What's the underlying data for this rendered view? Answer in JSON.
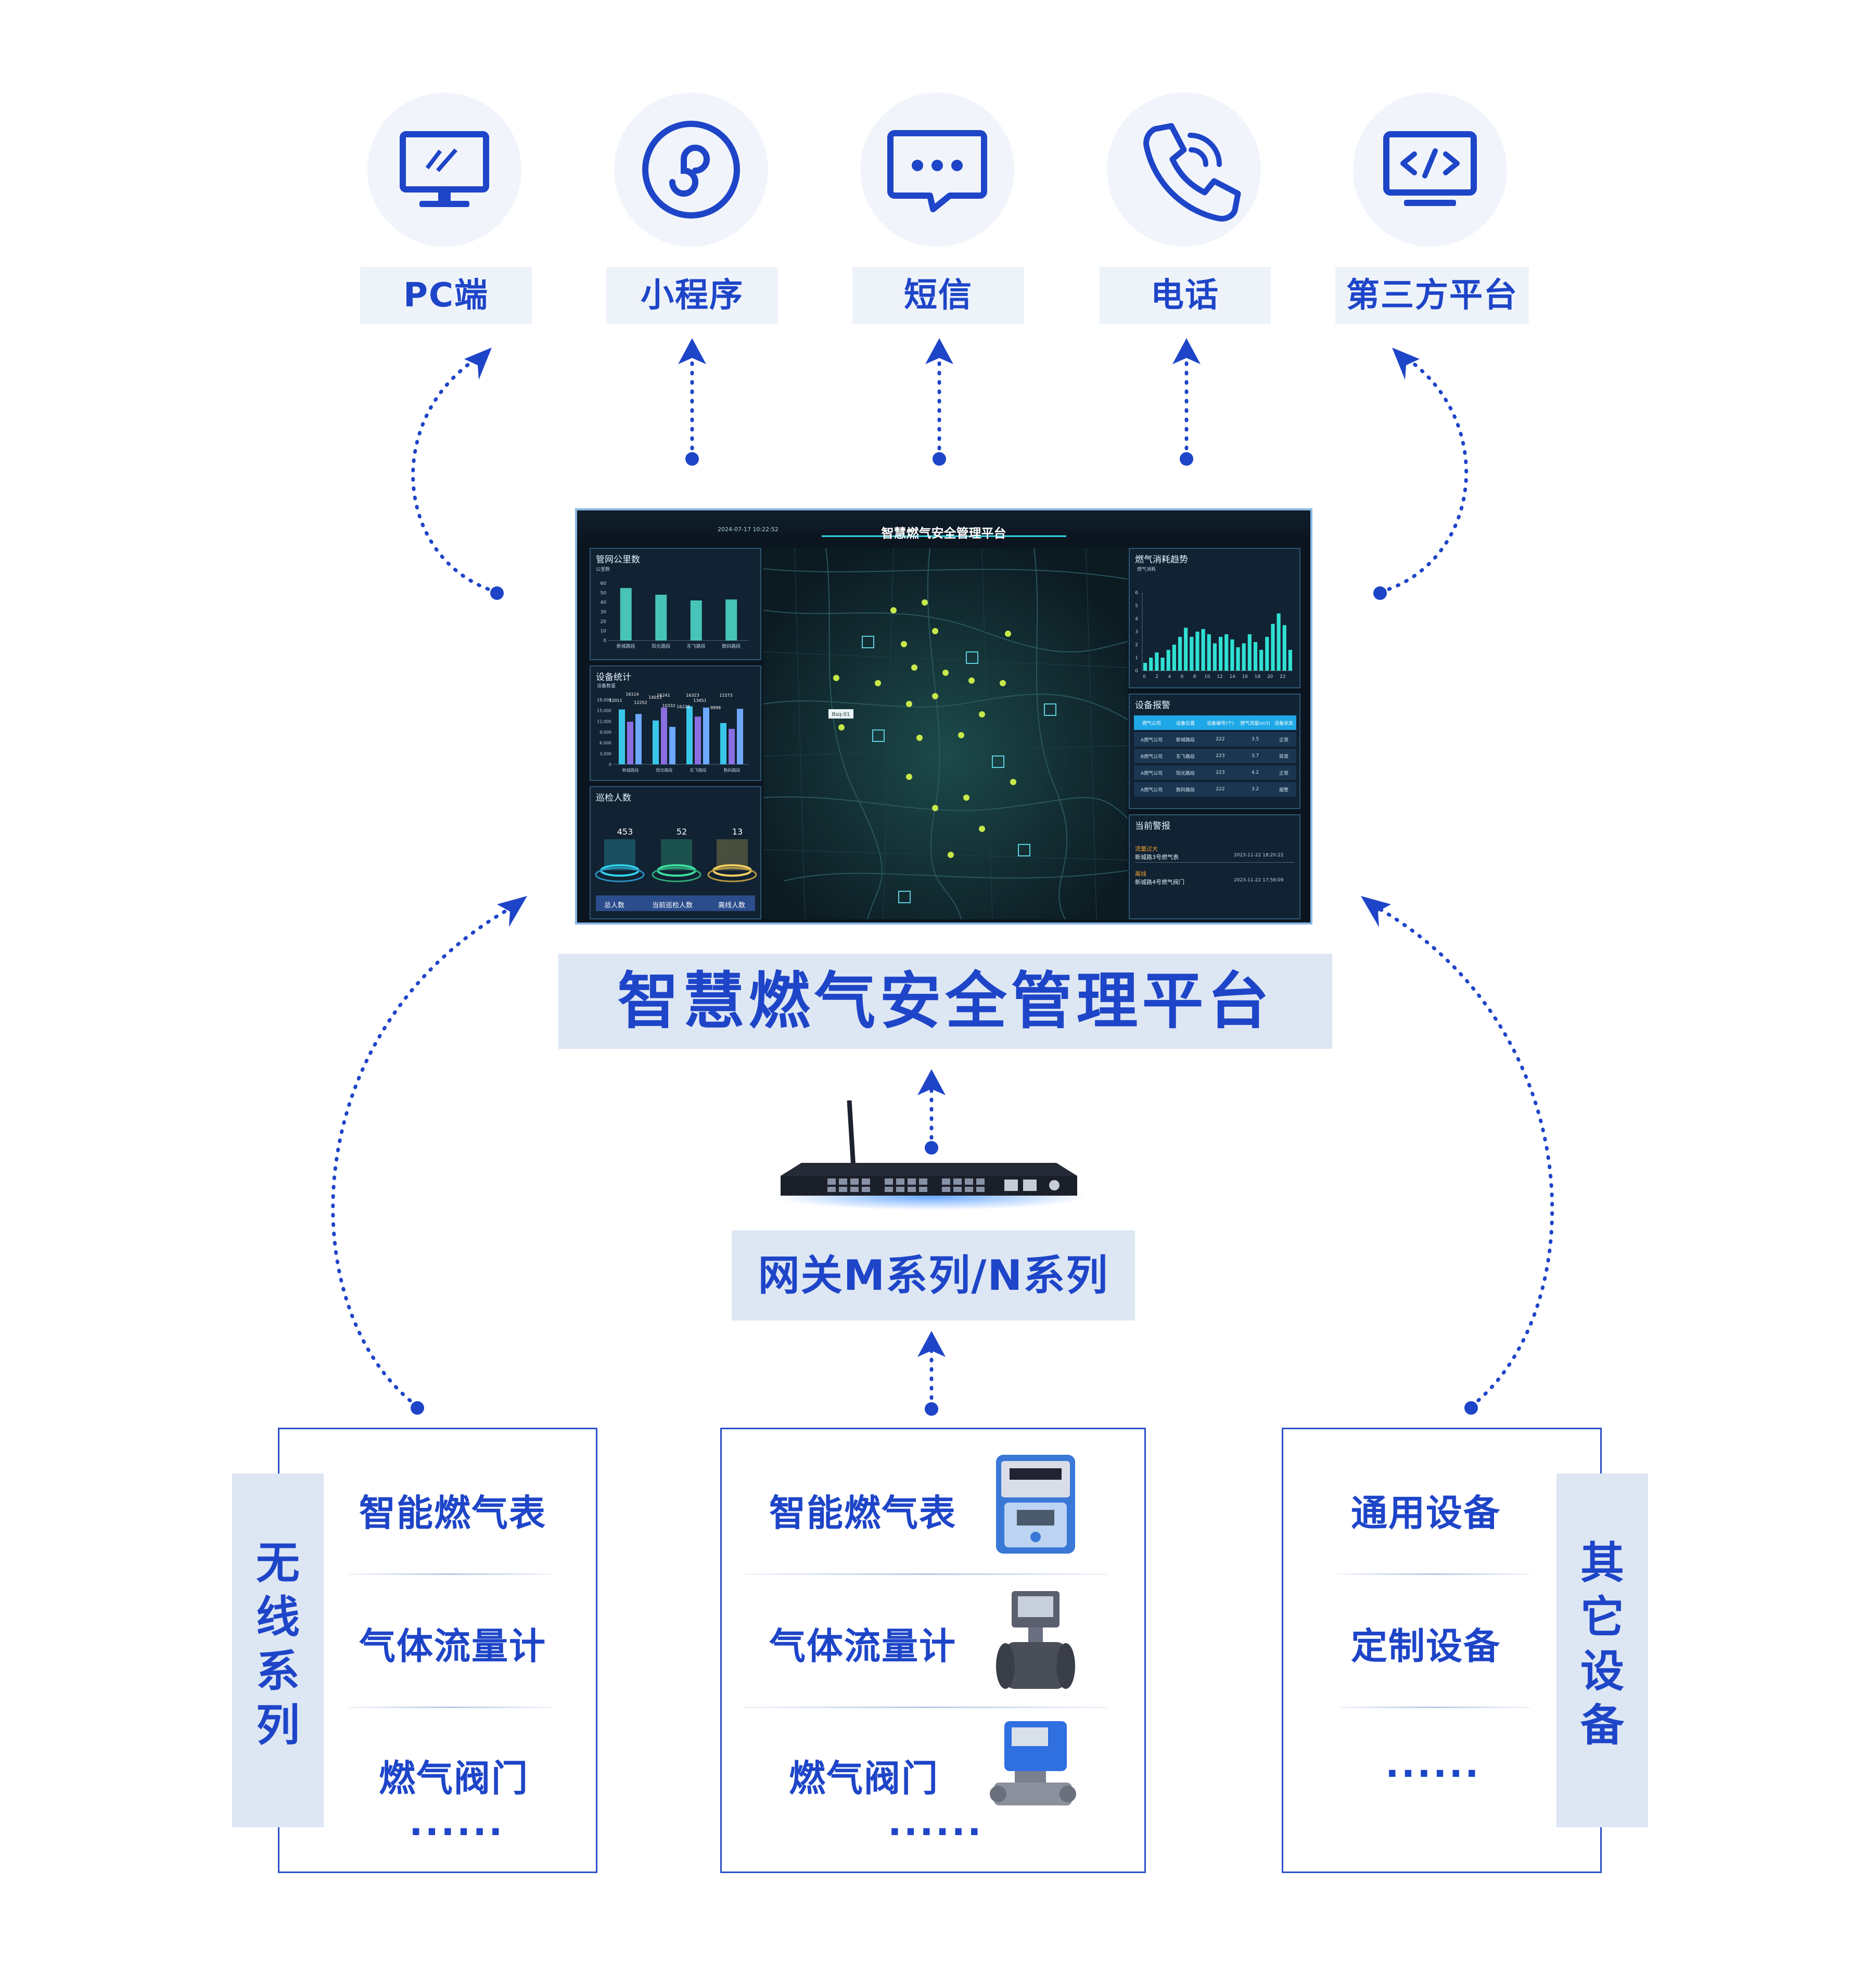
{
  "channels": [
    {
      "label": "PC端",
      "icon": "monitor-icon"
    },
    {
      "label": "小程序",
      "icon": "mini-program-icon"
    },
    {
      "label": "短信",
      "icon": "sms-icon"
    },
    {
      "label": "电话",
      "icon": "phone-icon"
    },
    {
      "label": "第三方平台",
      "icon": "code-monitor-icon"
    }
  ],
  "platform": {
    "title": "智慧燃气安全管理平台",
    "dashboard": {
      "header_title": "智慧燃气安全管理平台",
      "datetime": "2024-07-17 10:22:52",
      "pipe_panel": {
        "title": "管网公里数",
        "unit": "公里数",
        "y_ticks": [
          "60",
          "50",
          "40",
          "30",
          "20",
          "10",
          "0"
        ],
        "categories": [
          "新城路段",
          "阳光路段",
          "东飞路段",
          "数码路段"
        ],
        "values": [
          55,
          48,
          42,
          43
        ]
      },
      "device_panel": {
        "title": "设备统计",
        "unit": "设备数量",
        "y_ticks": [
          "18,000",
          "15,000",
          "12,000",
          "9,000",
          "6,000",
          "3,000",
          "0"
        ],
        "categories": [
          "新城路段",
          "阳光路段",
          "东飞路段",
          "数码路段"
        ],
        "value_labels": [
          "16114",
          "12011",
          "12252",
          "14013",
          "16241",
          "10332",
          "16323",
          "13451",
          "16228",
          "11573",
          "9998"
        ]
      },
      "patrol_panel": {
        "title": "巡检人数",
        "values": [
          "453",
          "52",
          "13"
        ],
        "labels": [
          "总人数",
          "当前巡检人数",
          "离线人数"
        ]
      },
      "map_tag": "Bsq-01",
      "trend_panel": {
        "title": "燃气消耗趋势",
        "unit": "燃气消耗",
        "x_ticks": [
          "0",
          "2",
          "4",
          "6",
          "8",
          "10",
          "12",
          "14",
          "16",
          "18",
          "20",
          "22"
        ],
        "y_ticks": [
          "6",
          "5",
          "4",
          "3",
          "2",
          "1",
          "0"
        ],
        "values": [
          0.6,
          1.0,
          1.4,
          1.0,
          1.6,
          2.0,
          2.6,
          3.3,
          2.6,
          3.0,
          3.2,
          2.8,
          2.1,
          2.6,
          2.8,
          2.4,
          1.8,
          2.1,
          2.8,
          2.2,
          1.6,
          2.6,
          3.6,
          4.4,
          3.5,
          1.6
        ]
      },
      "alarm_panel": {
        "title": "设备报警",
        "headers": [
          "燃气公司",
          "设备位置",
          "设备编号(个)",
          "燃气流量(m3)",
          "设备状态"
        ],
        "rows": [
          [
            "A燃气公司",
            "新城路段",
            "222",
            "3.5",
            "正常"
          ],
          [
            "B燃气公司",
            "东飞路段",
            "223",
            "3.7",
            "异常"
          ],
          [
            "A燃气公司",
            "阳光路段",
            "223",
            "4.2",
            "正常"
          ],
          [
            "A燃气公司",
            "数码路段",
            "222",
            "3.2",
            "报警"
          ]
        ]
      },
      "current_alarm": {
        "title": "当前警报",
        "items": [
          {
            "type": "流量过大",
            "desc": "新城路3号燃气表",
            "time": "2023-11-22 18:20:22"
          },
          {
            "type": "离线",
            "desc": "新城路4号燃气阀门",
            "time": "2023-11-22 17:58:09"
          }
        ]
      }
    }
  },
  "gateway": {
    "label": "网关M系列/N系列",
    "icon": "gateway-device-icon"
  },
  "groups": [
    {
      "tag": "无线系列",
      "items": [
        "智能燃气表",
        "气体流量计",
        "燃气阀门"
      ],
      "more": "······"
    },
    {
      "items": [
        "智能燃气表",
        "气体流量计",
        "燃气阀门"
      ],
      "more": "······",
      "device_icons": [
        "gas-meter-icon",
        "flow-meter-icon",
        "gas-valve-icon"
      ]
    },
    {
      "tag": "其它设备",
      "items": [
        "通用设备",
        "定制设备"
      ],
      "more": "······"
    }
  ],
  "colors": {
    "primary": "#1e45c8",
    "label_bg": "#dde6f3",
    "screen_bg": "#0b1520",
    "cyan": "#31e0d2"
  }
}
